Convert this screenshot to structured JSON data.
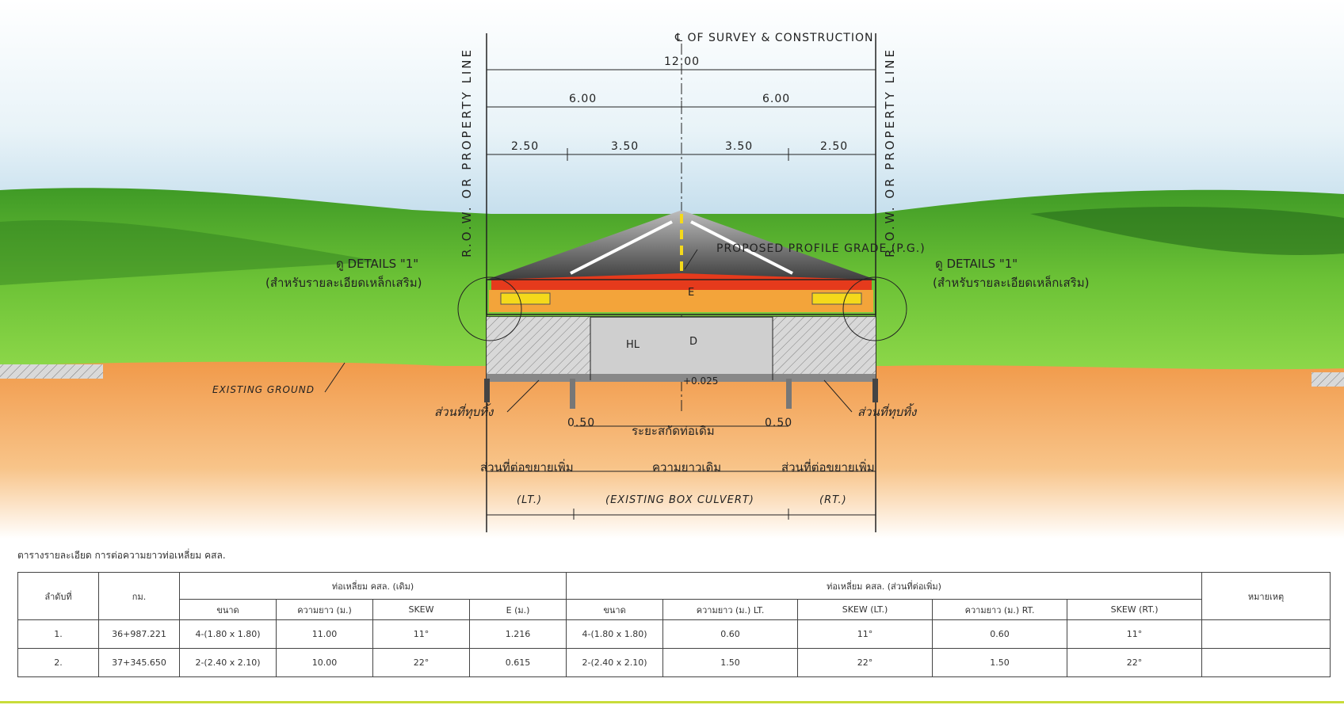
{
  "drawing": {
    "centerline_label": "℄ OF SURVEY & CONSTRUCTION",
    "property_line_label": "R.O.W. OR PROPERTY LINE",
    "dims": {
      "total": "12.00",
      "half_left": "6.00",
      "half_right": "6.00",
      "shoulder_left": "2.50",
      "lane_left": "3.50",
      "lane_right": "3.50",
      "shoulder_right": "2.50"
    },
    "profile_grade": "PROPOSED PROFILE GRADE (P.G.)",
    "details_left": "ดู DETAILS \"1\"",
    "details_left_sub": "(สำหรับรายละเอียดเหล็กเสริม)",
    "details_right": "ดู DETAILS \"1\"",
    "details_right_sub": "(สำหรับรายละเอียดเหล็กเสริม)",
    "label_E": "E",
    "label_HL": "HL",
    "label_D": "D",
    "slope": "+0.025",
    "existing_ground": "EXISTING GROUND",
    "demolish_left": "ส่วนที่ทุบทิ้ง",
    "demolish_right": "ส่วนที่ทุบทิ้ง",
    "offset_left": "0.50",
    "offset_right": "0.50",
    "original_cut_distance": "ระยะสกัดท่อเดิม",
    "extension_left": "ส่วนที่ต่อขยายเพิ่ม",
    "original_length": "ความยาวเดิม",
    "extension_right": "ส่วนที่ต่อขยายเพิ่ม",
    "lt": "(LT.)",
    "existing_box_culvert": "(EXISTING BOX CULVERT)",
    "rt": "(RT.)"
  },
  "colors": {
    "asphalt": "#5a5a5a",
    "red_layer": "#e53a1c",
    "orange_layer": "#f3a43a",
    "yellow_marking": "#f4d91b",
    "culvert_fill": "#cfcfcf",
    "grass": "#5bb52e",
    "soil": "#f2a65a",
    "accent_line": "#c9dc3a"
  },
  "table": {
    "caption": "ตารางรายละเอียด การต่อความยาวท่อเหลี่ยม คสล.",
    "headers": {
      "no": "ลำดับที่",
      "km": "กม.",
      "group_existing": "ท่อเหลี่ยม คสล. (เดิม)",
      "group_extension": "ท่อเหลี่ยม คสล. (ส่วนที่ต่อเพิ่ม)",
      "remark": "หมายเหตุ",
      "size": "ขนาด",
      "length": "ความยาว (ม.)",
      "skew": "SKEW",
      "e": "E (ม.)",
      "size_ext": "ขนาด",
      "length_lt": "ความยาว (ม.) LT.",
      "skew_lt": "SKEW (LT.)",
      "length_rt": "ความยาว (ม.) RT.",
      "skew_rt": "SKEW (RT.)"
    },
    "rows": [
      {
        "no": "1.",
        "km": "36+987.221",
        "size": "4-(1.80 x 1.80)",
        "length": "11.00",
        "skew": "11°",
        "e": "1.216",
        "size_ext": "4-(1.80 x 1.80)",
        "length_lt": "0.60",
        "skew_lt": "11°",
        "length_rt": "0.60",
        "skew_rt": "11°",
        "remark": ""
      },
      {
        "no": "2.",
        "km": "37+345.650",
        "size": "2-(2.40 x 2.10)",
        "length": "10.00",
        "skew": "22°",
        "e": "0.615",
        "size_ext": "2-(2.40 x 2.10)",
        "length_lt": "1.50",
        "skew_lt": "22°",
        "length_rt": "1.50",
        "skew_rt": "22°",
        "remark": ""
      }
    ]
  }
}
